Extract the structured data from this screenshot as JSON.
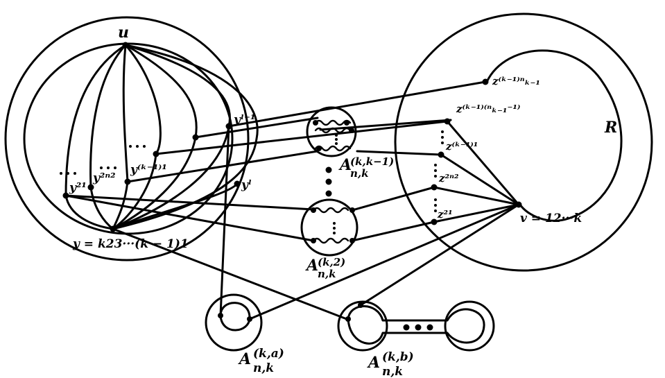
{
  "labels": {
    "u": "u",
    "R": "R",
    "y_bottom": "y = k23···(k − 1)1",
    "v": "v = 12···k",
    "y_l_minus_1": "yˡ⁻¹",
    "y_l": "yˡ",
    "y_k1": "y⁽ᵏ⁻¹⁾¹",
    "y_2n2": "y²ⁿ²",
    "y_21": "y²¹",
    "z_top": "z⁽ᵏ⁻¹⁾ⁿₖ₋₁",
    "z_second": "z⁽ᵏ⁻¹⁾⁽ⁿₖ₋₁⁻¹⁾",
    "z_k1": "z⁽ᵏ⁻¹⁾¹",
    "z_2n2": "z²ⁿ²",
    "z_21": "z²¹",
    "A_kkm1": "A",
    "A_kkm1_sup": "(k,k−1)",
    "A_kkm1_sub": "n,k",
    "A_k2": "A",
    "A_k2_sup": "(k,2)",
    "A_k2_sub": "n,k",
    "A_ka": "A",
    "A_ka_sup": "(k,a)",
    "A_ka_sub": "n,k",
    "A_kb": "A",
    "A_kb_sup": "(k,b)",
    "A_kb_sub": "n,k"
  }
}
